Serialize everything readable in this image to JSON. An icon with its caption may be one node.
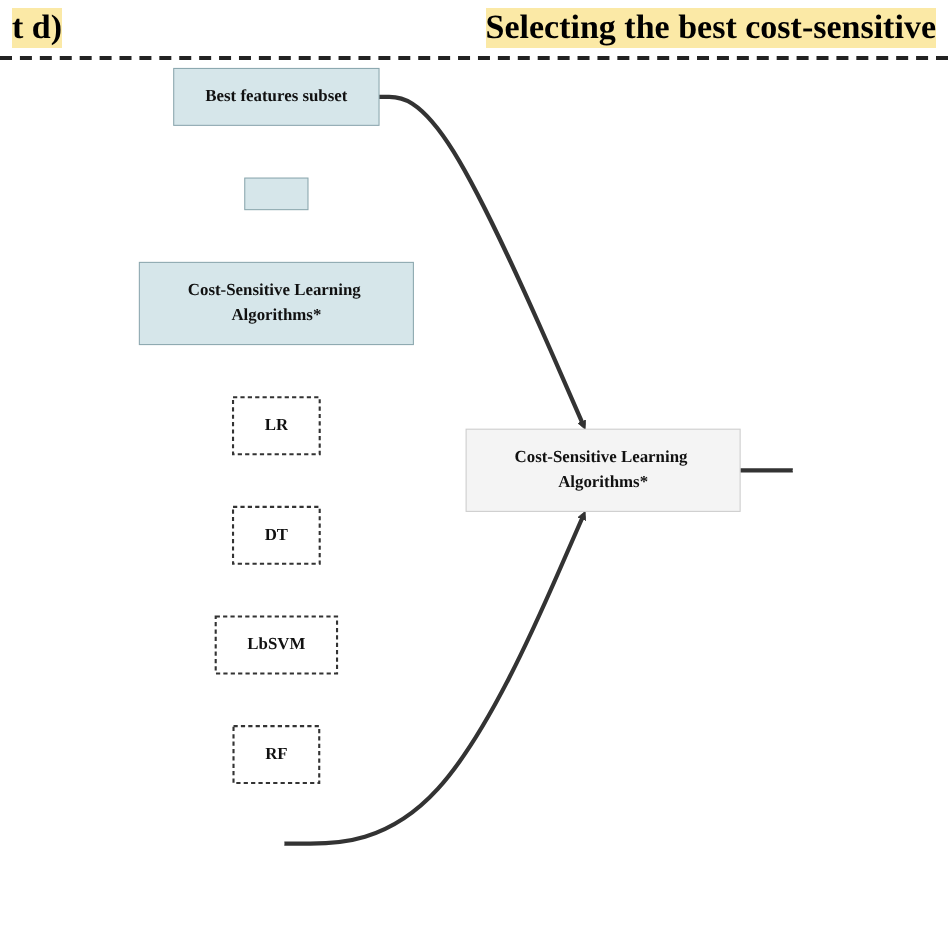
{
  "diagram": {
    "nodes": [
      {
        "text": [
          "Best features subset"
        ]
      },
      {
        "text": [
          "Cost-Sensitive Learning Algorithms*"
        ]
      },
      {
        "text": [],
        "shape": "box"
      },
      {
        "text": [
          "Cost-Sensitive Learning Algorithms*"
        ]
      },
      {
        "text": [
          "LR"
        ]
      },
      {
        "text": [
          "DT"
        ]
      },
      {
        "text": [
          "LbSVM"
        ]
      },
      {
        "text": [
          "RF"
        ]
      }
    ],
    "edges": [
      {
        "from": 0,
        "to": 1,
        "arrow": "to"
      },
      {
        "from": 1,
        "to": null,
        "arrow": "none"
      },
      {
        "from": null,
        "to": 1,
        "arrow": "to"
      }
    ],
    "labels": [
      "t d)",
      "Selecting the best cost-sensitive"
    ]
  }
}
